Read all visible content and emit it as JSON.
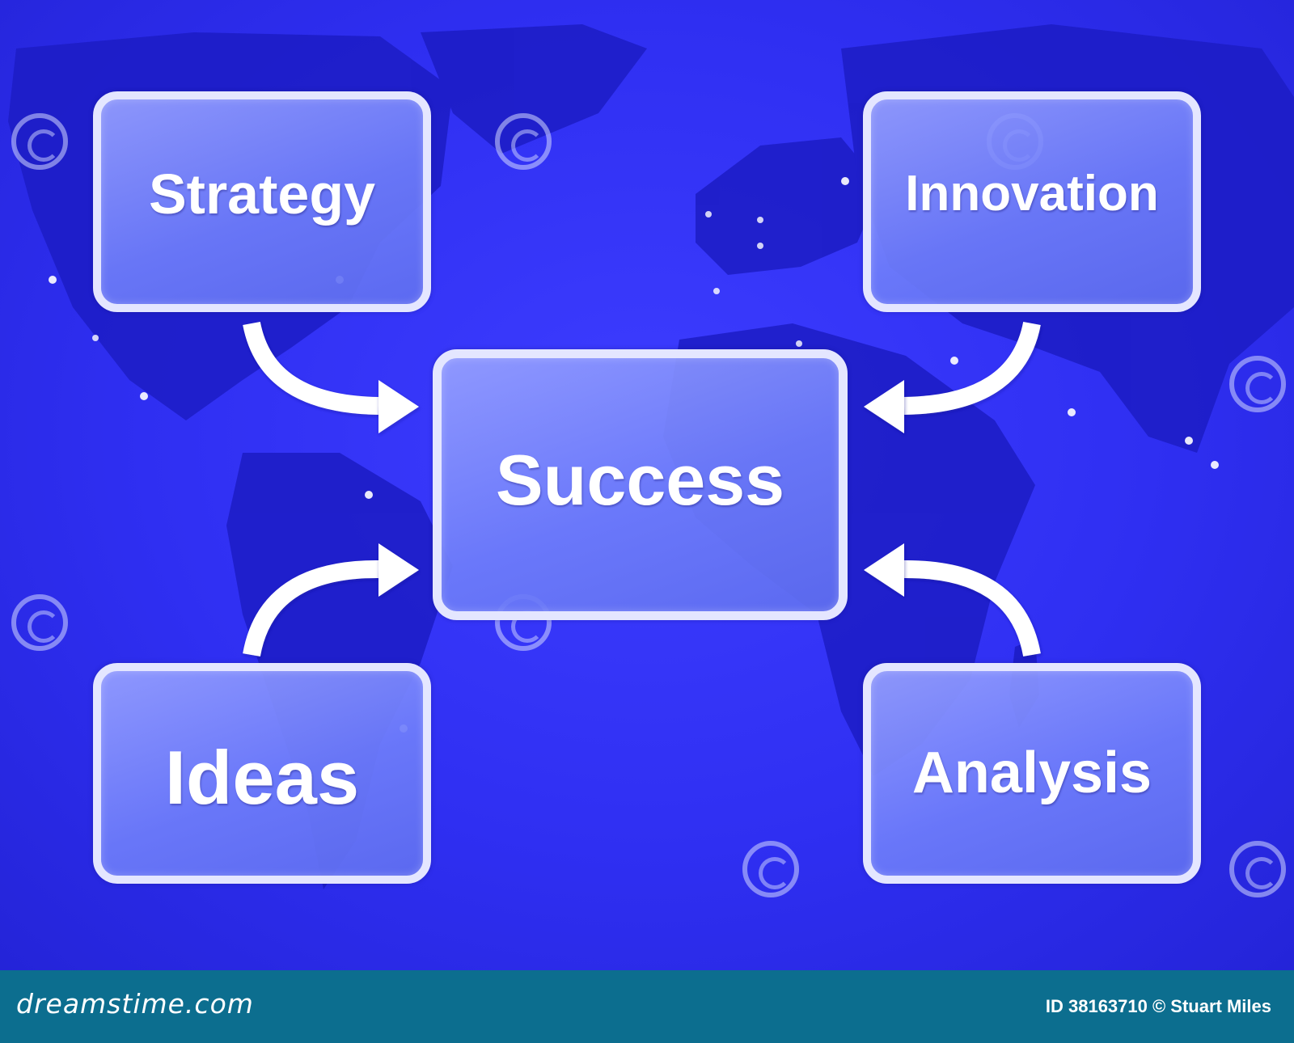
{
  "diagram": {
    "nodes": {
      "strategy": "Strategy",
      "innovation": "Innovation",
      "success": "Success",
      "ideas": "Ideas",
      "analysis": "Analysis"
    },
    "edges": [
      {
        "from": "strategy",
        "to": "success"
      },
      {
        "from": "innovation",
        "to": "success"
      },
      {
        "from": "ideas",
        "to": "success"
      },
      {
        "from": "analysis",
        "to": "success"
      }
    ],
    "colors": {
      "background": "#2f2ff2",
      "box_border": "#e4e6ff",
      "box_fill": "#8c96fa",
      "text": "#ffffff",
      "arrow": "#ffffff",
      "footer": "#0c6e8f"
    }
  },
  "footer": {
    "brand": "dreamstime.com",
    "credit": "ID 38163710 © Stuart Miles"
  }
}
